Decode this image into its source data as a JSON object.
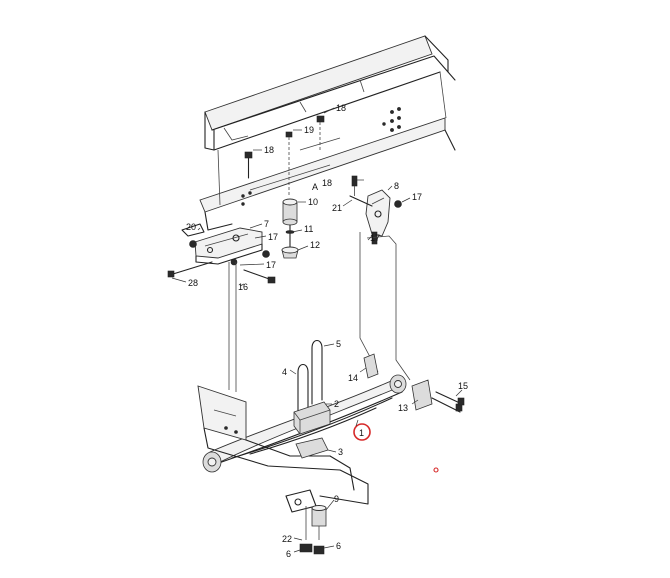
{
  "diagram": {
    "callouts": [
      {
        "id": "c18a",
        "label": "18"
      },
      {
        "id": "c19",
        "label": "19"
      },
      {
        "id": "c18b",
        "label": "18"
      },
      {
        "id": "c18c",
        "label": "18"
      },
      {
        "id": "c8",
        "label": "8"
      },
      {
        "id": "c17a",
        "label": "17"
      },
      {
        "id": "c21",
        "label": "21"
      },
      {
        "id": "c17b",
        "label": "17"
      },
      {
        "id": "c10",
        "label": "10"
      },
      {
        "id": "c20",
        "label": "20"
      },
      {
        "id": "c7",
        "label": "7"
      },
      {
        "id": "c17c",
        "label": "17"
      },
      {
        "id": "c11",
        "label": "11"
      },
      {
        "id": "c12",
        "label": "12"
      },
      {
        "id": "c17d",
        "label": "17"
      },
      {
        "id": "c28",
        "label": "28"
      },
      {
        "id": "c16",
        "label": "16"
      },
      {
        "id": "c5",
        "label": "5"
      },
      {
        "id": "c14",
        "label": "14"
      },
      {
        "id": "c4",
        "label": "4"
      },
      {
        "id": "c15",
        "label": "15"
      },
      {
        "id": "c2",
        "label": "2"
      },
      {
        "id": "c13",
        "label": "13"
      },
      {
        "id": "c1",
        "label": "1"
      },
      {
        "id": "c3",
        "label": "3"
      },
      {
        "id": "c9",
        "label": "9"
      },
      {
        "id": "c22",
        "label": "22"
      },
      {
        "id": "c6a",
        "label": "6"
      },
      {
        "id": "c6b",
        "label": "6"
      }
    ],
    "marker_letter": "A",
    "highlight_color": "#d62828",
    "line_color": "#222222"
  }
}
